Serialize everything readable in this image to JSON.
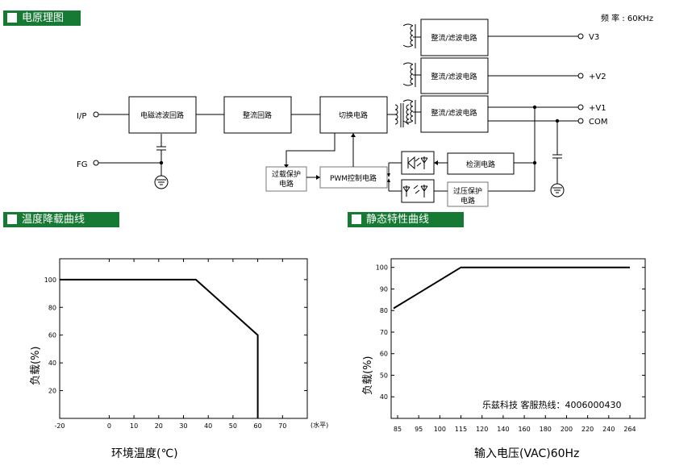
{
  "headers": {
    "schematic": "电原理图",
    "derating": "温度降载曲线",
    "static": "静态特性曲线"
  },
  "frequency": "频 率 : 60KHz",
  "schematic": {
    "inputs": {
      "ip": "I/P",
      "fg": "FG"
    },
    "blocks": {
      "emi_filter": "电磁滤波回路",
      "rectifier": "整流回路",
      "switching": "切换电路",
      "rect_filter_v3": "整流/滤波电路",
      "rect_filter_v2": "整流/滤波电路",
      "rect_filter_v1": "整流/滤波电路",
      "detection": "检测电路",
      "pwm": "PWM控制电路",
      "overload_1": "过载保护",
      "overload_2": "电路",
      "overvoltage_1": "过压保护",
      "overvoltage_2": "电路"
    },
    "outputs": {
      "v3": "V3",
      "v2": "+V2",
      "v1": "+V1",
      "com": "COM"
    }
  },
  "chart_data": [
    {
      "type": "line",
      "title": "",
      "xlabel": "环境温度(℃)",
      "ylabel": "负载(%)",
      "x_unit_note": "(水平)",
      "x_ticks": [
        -20,
        0,
        10,
        20,
        30,
        40,
        50,
        60,
        70
      ],
      "y_ticks": [
        20,
        40,
        60,
        80,
        100
      ],
      "xlim": [
        -20,
        80
      ],
      "ylim": [
        0,
        115
      ],
      "grid": false,
      "series": [
        {
          "x": [
            -20,
            35,
            60,
            60
          ],
          "y": [
            100,
            100,
            60,
            0
          ]
        }
      ]
    },
    {
      "type": "line",
      "title": "",
      "xlabel": "输入电压(VAC)60Hz",
      "ylabel": "负载(%)",
      "x_ticks": [
        "85",
        "95",
        "100",
        "115",
        "120",
        "140",
        "160",
        "180",
        "200",
        "220",
        "240",
        "264"
      ],
      "y_ticks": [
        40,
        50,
        60,
        70,
        80,
        90,
        100
      ],
      "ylim": [
        30,
        104
      ],
      "grid": false,
      "annotation": "乐兹科技 客服热线：4006000430",
      "series": [
        {
          "x": [
            "85",
            "115",
            "264"
          ],
          "y": [
            81,
            100,
            100
          ]
        }
      ]
    }
  ]
}
